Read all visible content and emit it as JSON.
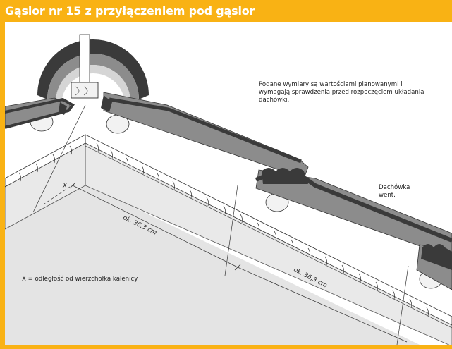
{
  "header": {
    "title": "Gąsior nr 15 z przyłączeniem pod gąsior"
  },
  "diagram": {
    "note": "Podane wymiary są wartościami planowanymi i wymagają sprawdzenia przed rozpoczęciem układania dachówki.",
    "tile_label": "Dachówka went.",
    "dimension_1": "ok. 36,3 cm",
    "dimension_2": "ok. 36,3 cm",
    "dimension_x": "X",
    "legend": "X = odległość od wierzchołka kalenicy"
  },
  "colors": {
    "accent": "#f9b214",
    "tile_dark": "#3a3a3a",
    "tile_grey": "#8c8c8c",
    "light_grey": "#bfbfbf",
    "roof_fill": "#e6e6e6"
  }
}
